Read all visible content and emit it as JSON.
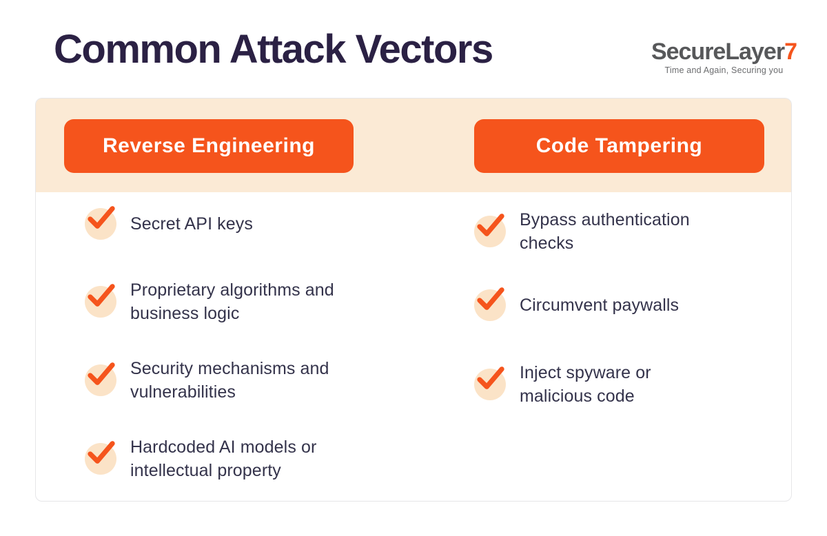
{
  "page": {
    "title": "Common Attack Vectors"
  },
  "logo": {
    "brand": "SecureLayer",
    "accent_digit": "7",
    "tagline": "Time and Again, Securing you"
  },
  "colors": {
    "accent_orange": "#F5541C",
    "band_peach": "#FBEAD5",
    "check_circle_peach": "#FBE3C7",
    "title_navy": "#2B2144",
    "body_text": "#34334B",
    "logo_gray": "#57585A",
    "tagline_gray": "#6B6C6E",
    "panel_border": "#E6E6E8"
  },
  "columns": [
    {
      "header": "Reverse Engineering",
      "items": [
        "Secret API keys",
        "Proprietary algorithms and\nbusiness logic",
        "Security mechanisms and\nvulnerabilities",
        "Hardcoded AI models or\nintellectual property"
      ]
    },
    {
      "header": "Code Tampering",
      "items": [
        "Bypass authentication\nchecks",
        "Circumvent paywalls",
        "Inject spyware or\nmalicious code"
      ]
    }
  ]
}
